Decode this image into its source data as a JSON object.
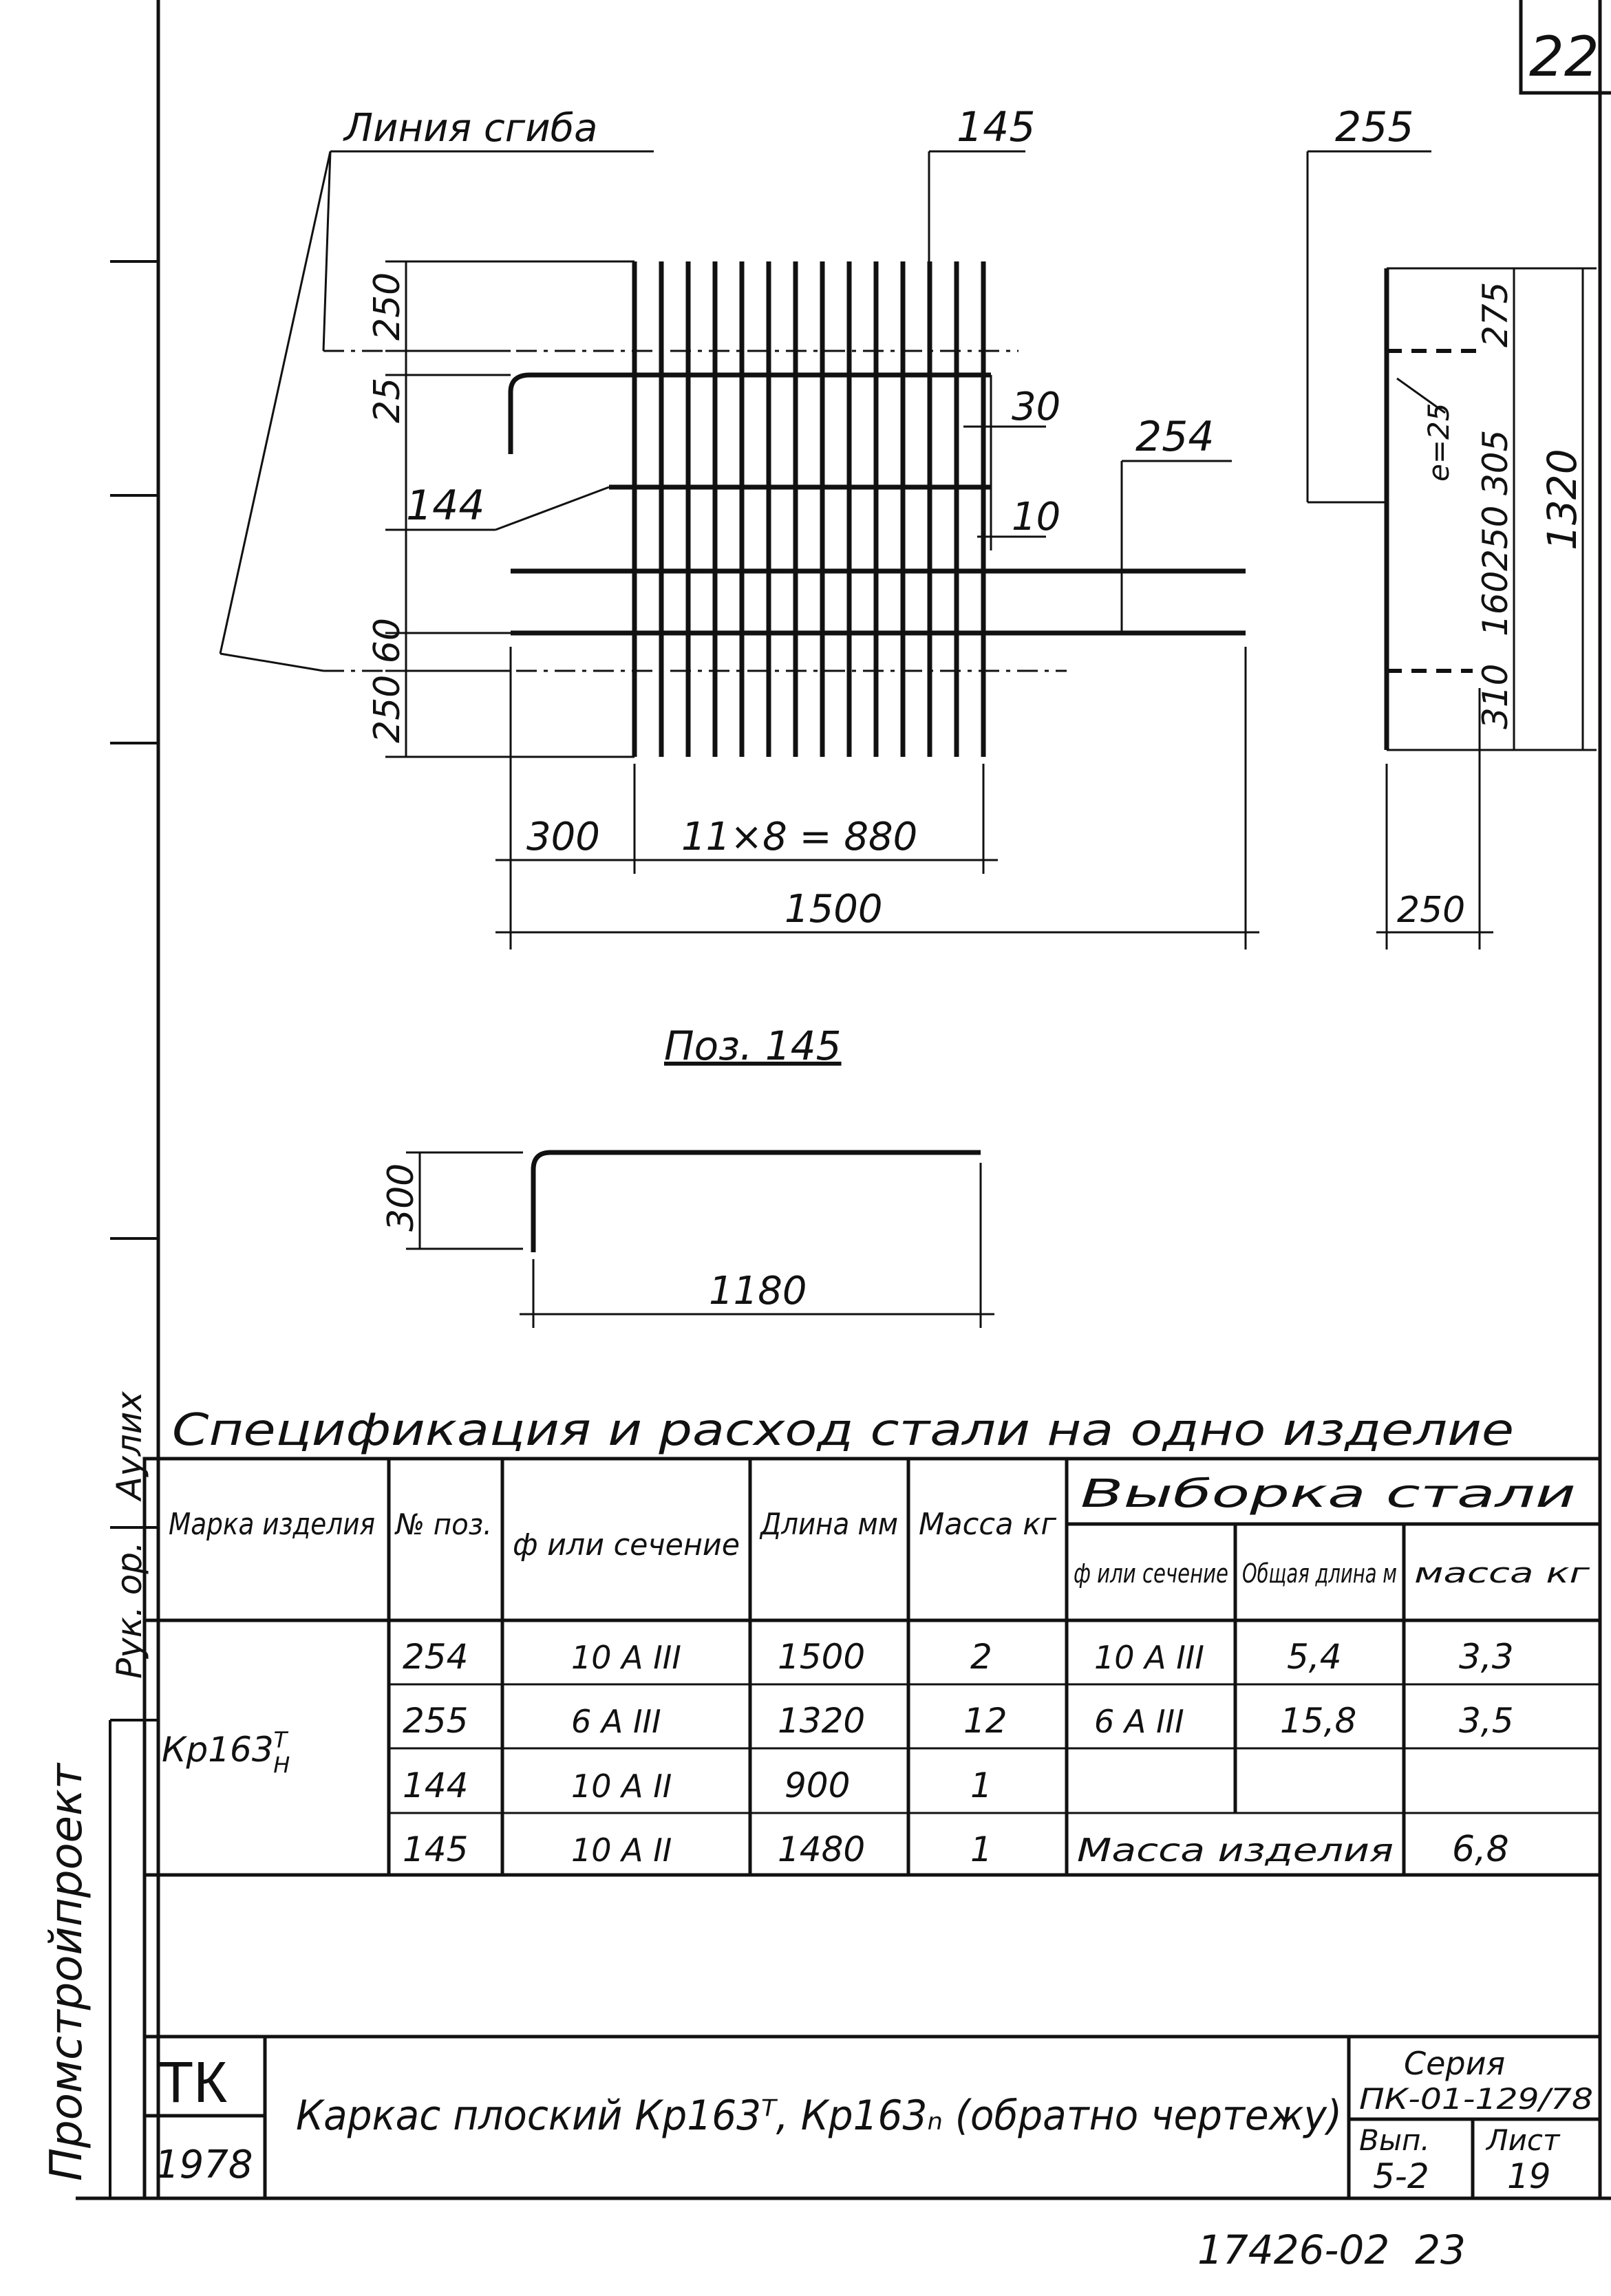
{
  "sheet_number": "22",
  "bottom_code": "17426-02  23",
  "side_stamp": {
    "org": "Промстройпроект",
    "role": "Рук. ор.",
    "name": "Аулих"
  },
  "drawing": {
    "label_bend_line": "Линия сгиба",
    "pos_145": "145",
    "pos_255": "255",
    "pos_254": "254",
    "pos_144": "144",
    "dim_250_top": "250",
    "dim_25": "25",
    "dim_30": "30",
    "dim_10": "10",
    "dim_250_60": "250 60",
    "dim_300": "300",
    "dim_spacing": "11×8 = 880",
    "dim_1500": "1500",
    "side_275": "275",
    "side_e25": "e=25",
    "side_305": "305",
    "side_250": "250",
    "side_160": "160",
    "side_310": "310",
    "side_1320": "1320",
    "side_bottom_250": "250",
    "detail_title": "Поз. 145",
    "detail_300": "300",
    "detail_1180": "1180"
  },
  "spec": {
    "title": "Спецификация и расход стали на одно изделие",
    "headers": {
      "mark": "Марка изделия",
      "pos": "№ поз.",
      "diam": "ф или сечение",
      "length": "Длина мм",
      "mass": "Масса кг",
      "selection": "Выборка стали",
      "sel_diam": "ф или сечение",
      "sel_total": "Общая длина м",
      "sel_mass": "масса кг"
    },
    "mark_value": "Кр163",
    "mark_sup": "Т",
    "mark_sub": "Н",
    "rows": [
      {
        "pos": "254",
        "diam": "10 A III",
        "length": "1500",
        "mass": "2"
      },
      {
        "pos": "255",
        "diam": "6 A III",
        "length": "1320",
        "mass": "12"
      },
      {
        "pos": "144",
        "diam": "10 A II",
        "length": "900",
        "mass": "1"
      },
      {
        "pos": "145",
        "diam": "10 A II",
        "length": "1480",
        "mass": "1"
      }
    ],
    "selection_rows": [
      {
        "diam": "10 A III",
        "total": "5,4",
        "mass": "3,3"
      },
      {
        "diam": "6 A III",
        "total": "15,8",
        "mass": "3,5"
      }
    ],
    "mass_label": "Масса изделия",
    "mass_total": "6,8"
  },
  "title_block": {
    "org": "ТК",
    "year": "1978",
    "title": "Каркас плоский Кр163ᵀ, Кр163ₙ (обратно чертежу)",
    "series_label": "Серия",
    "series_value": "ПК-01-129/78",
    "issue_label": "Вып.",
    "issue_value": "5-2",
    "sheet_label": "Лист",
    "sheet_value": "19"
  }
}
